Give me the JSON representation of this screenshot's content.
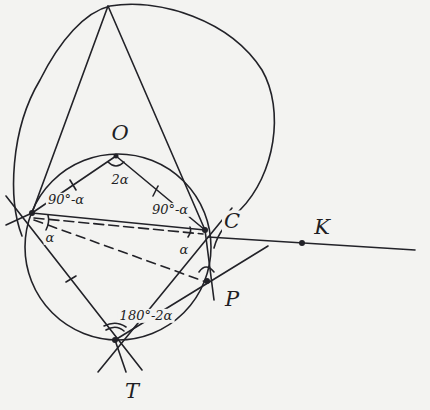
{
  "diagram": {
    "labels": [
      "O",
      "2α",
      "90°-α",
      "90°-α",
      "α",
      "α",
      "C",
      "K",
      "P",
      "T",
      "180°-2α"
    ]
  }
}
